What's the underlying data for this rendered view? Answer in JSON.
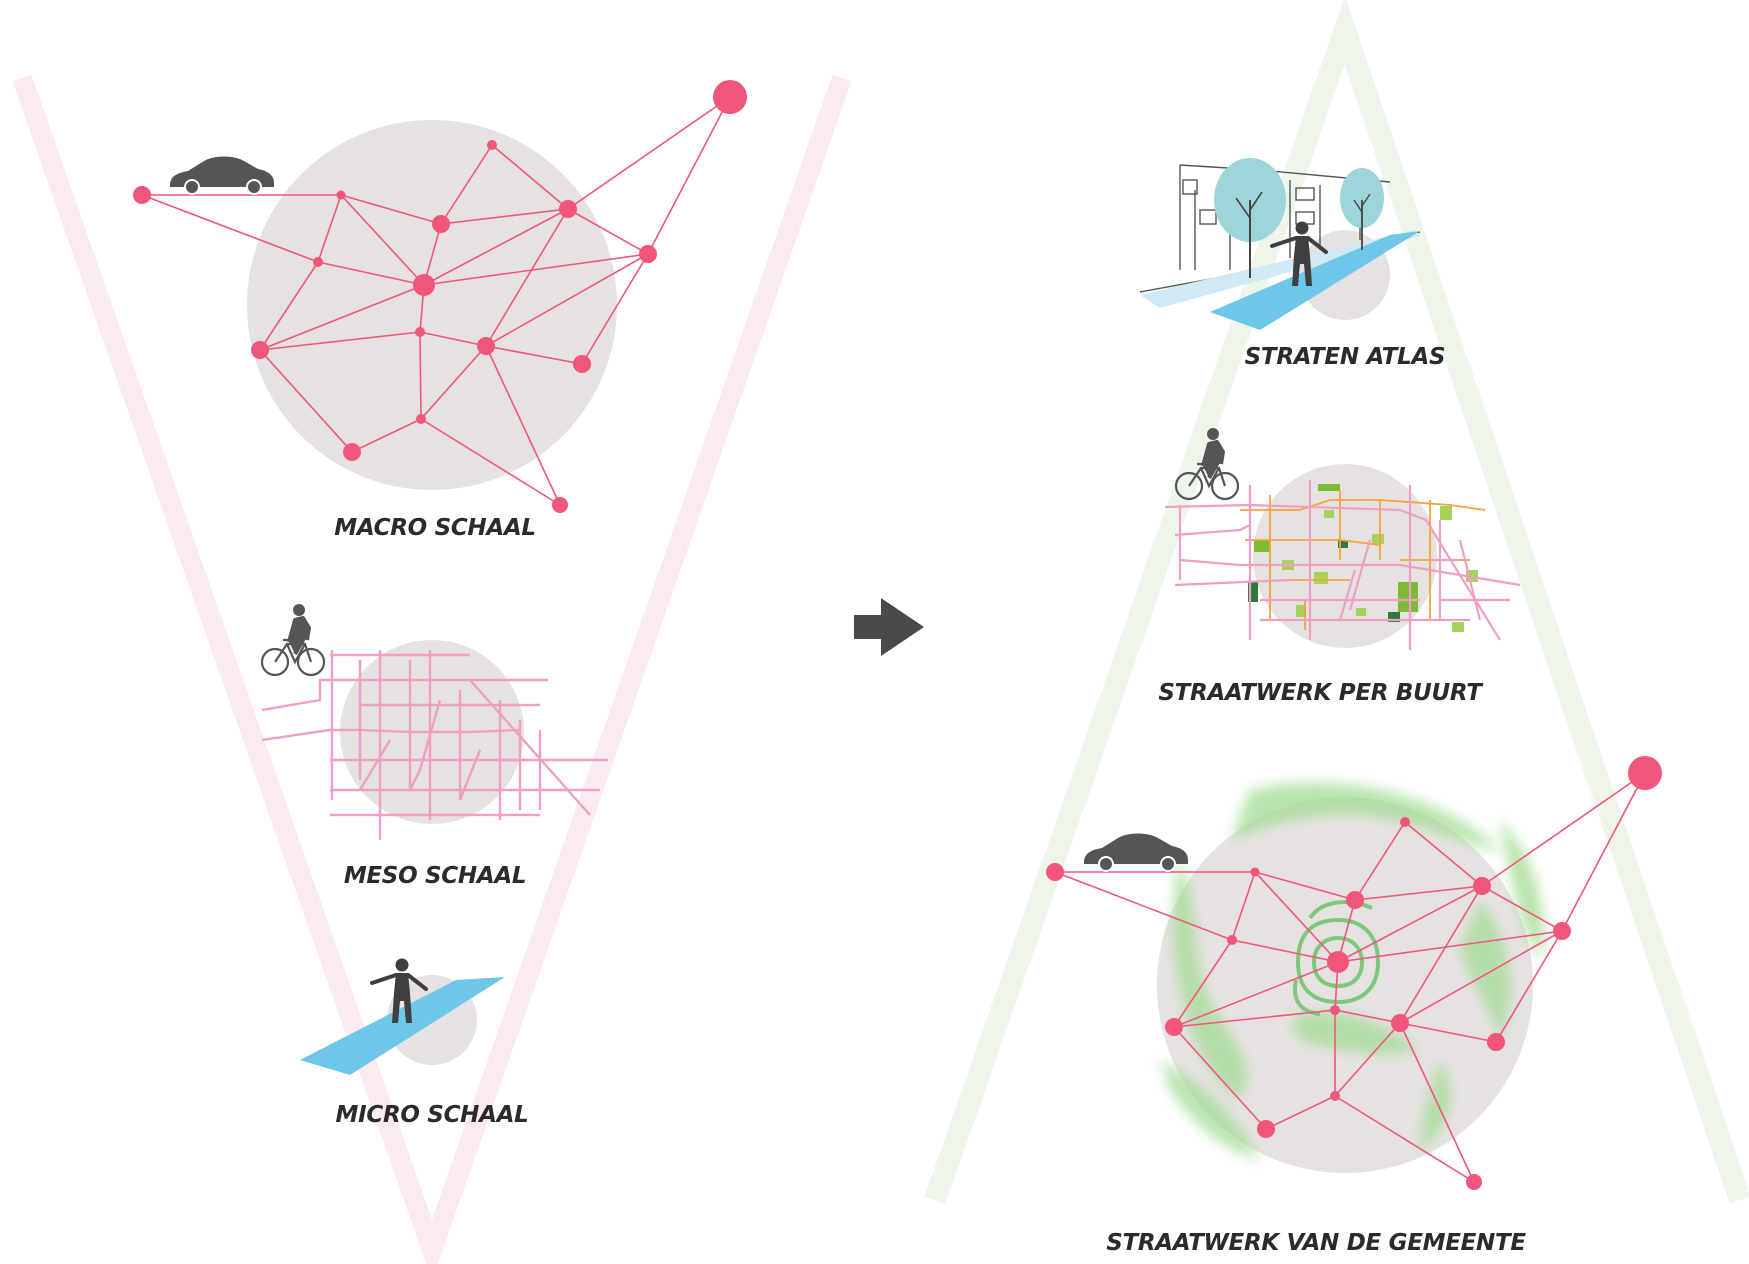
{
  "left_panel": {
    "macro_label": "MACRO SCHAAL",
    "meso_label": "MESO SCHAAL",
    "micro_label": "MICRO SCHAAL"
  },
  "right_panel": {
    "atlas_label": "STRATEN ATLAS",
    "buurt_label": "STRAATWERK PER BUURT",
    "gemeente_label": "STRAATWERK VAN DE GEMEENTE"
  },
  "colors": {
    "network_pink": "#f0567a",
    "grid_pink": "#ef9fc4",
    "circle_grey": "#e6e2e2",
    "v_shape": "#fbeaf2",
    "a_shape": "#eef6ec",
    "water_blue": "#6ec6e8",
    "tree_teal": "#9ed5d8",
    "green_area": "#9fd88f",
    "silhouette": "#555555",
    "arrow": "#4a4a4a"
  },
  "icons": [
    "car-icon",
    "bicycle-icon",
    "pedestrian-icon",
    "arrow-right-icon",
    "tree-icon",
    "building-icon"
  ]
}
